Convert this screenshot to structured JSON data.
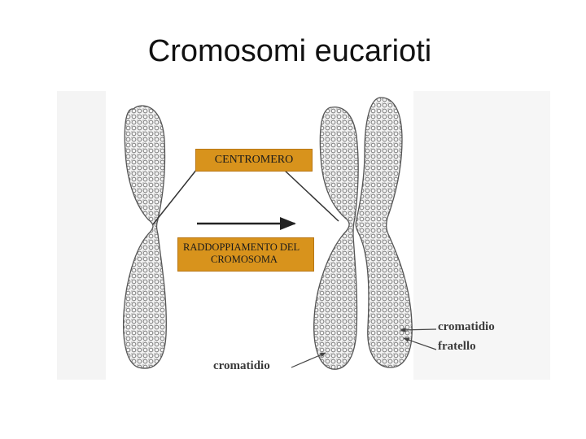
{
  "slide": {
    "title": "Cromosomi eucarioti"
  },
  "diagram": {
    "centromere_label": "CENTROMERO",
    "duplication_label_line1": "RADDOPPIAMENTO DEL",
    "duplication_label_line2": "CROMOSOMA",
    "chromatid_label": "cromatidio",
    "sister_chromatid_label_line1": "cromatidio",
    "sister_chromatid_label_line2": "fratello",
    "label_box_color": "#d8931c"
  }
}
